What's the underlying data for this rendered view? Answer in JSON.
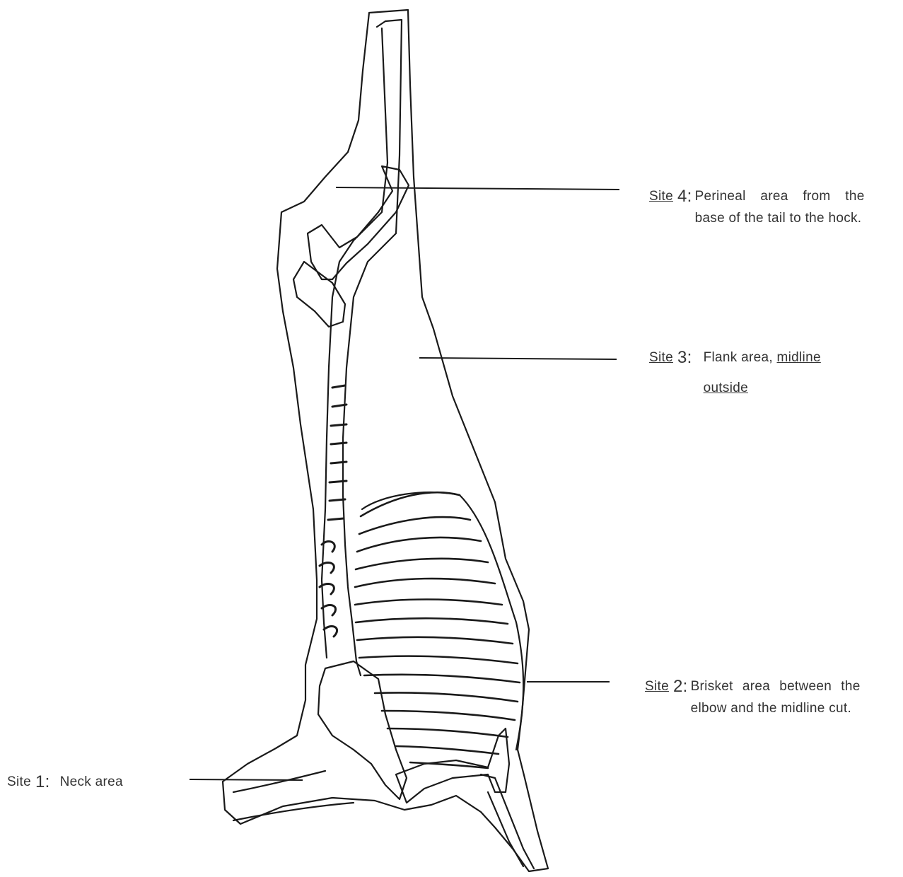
{
  "sites": [
    {
      "id": 4,
      "site_word": "Site",
      "number": "4:",
      "description": "Perineal area from the base of the tail to the hock."
    },
    {
      "id": 3,
      "site_word": "Site",
      "number": "3:",
      "description_plain": "Flank area, ",
      "description_underlined_1": "midline",
      "description_underlined_2": "outside"
    },
    {
      "id": 2,
      "site_word": "Site",
      "number": "2:",
      "description": "Brisket area between the elbow and the midline cut."
    },
    {
      "id": 1,
      "site_word": "Site",
      "number": "1:",
      "description": "Neck area"
    }
  ],
  "colors": {
    "line": "#1a1a1a",
    "text": "#333333",
    "background": "#ffffff"
  }
}
